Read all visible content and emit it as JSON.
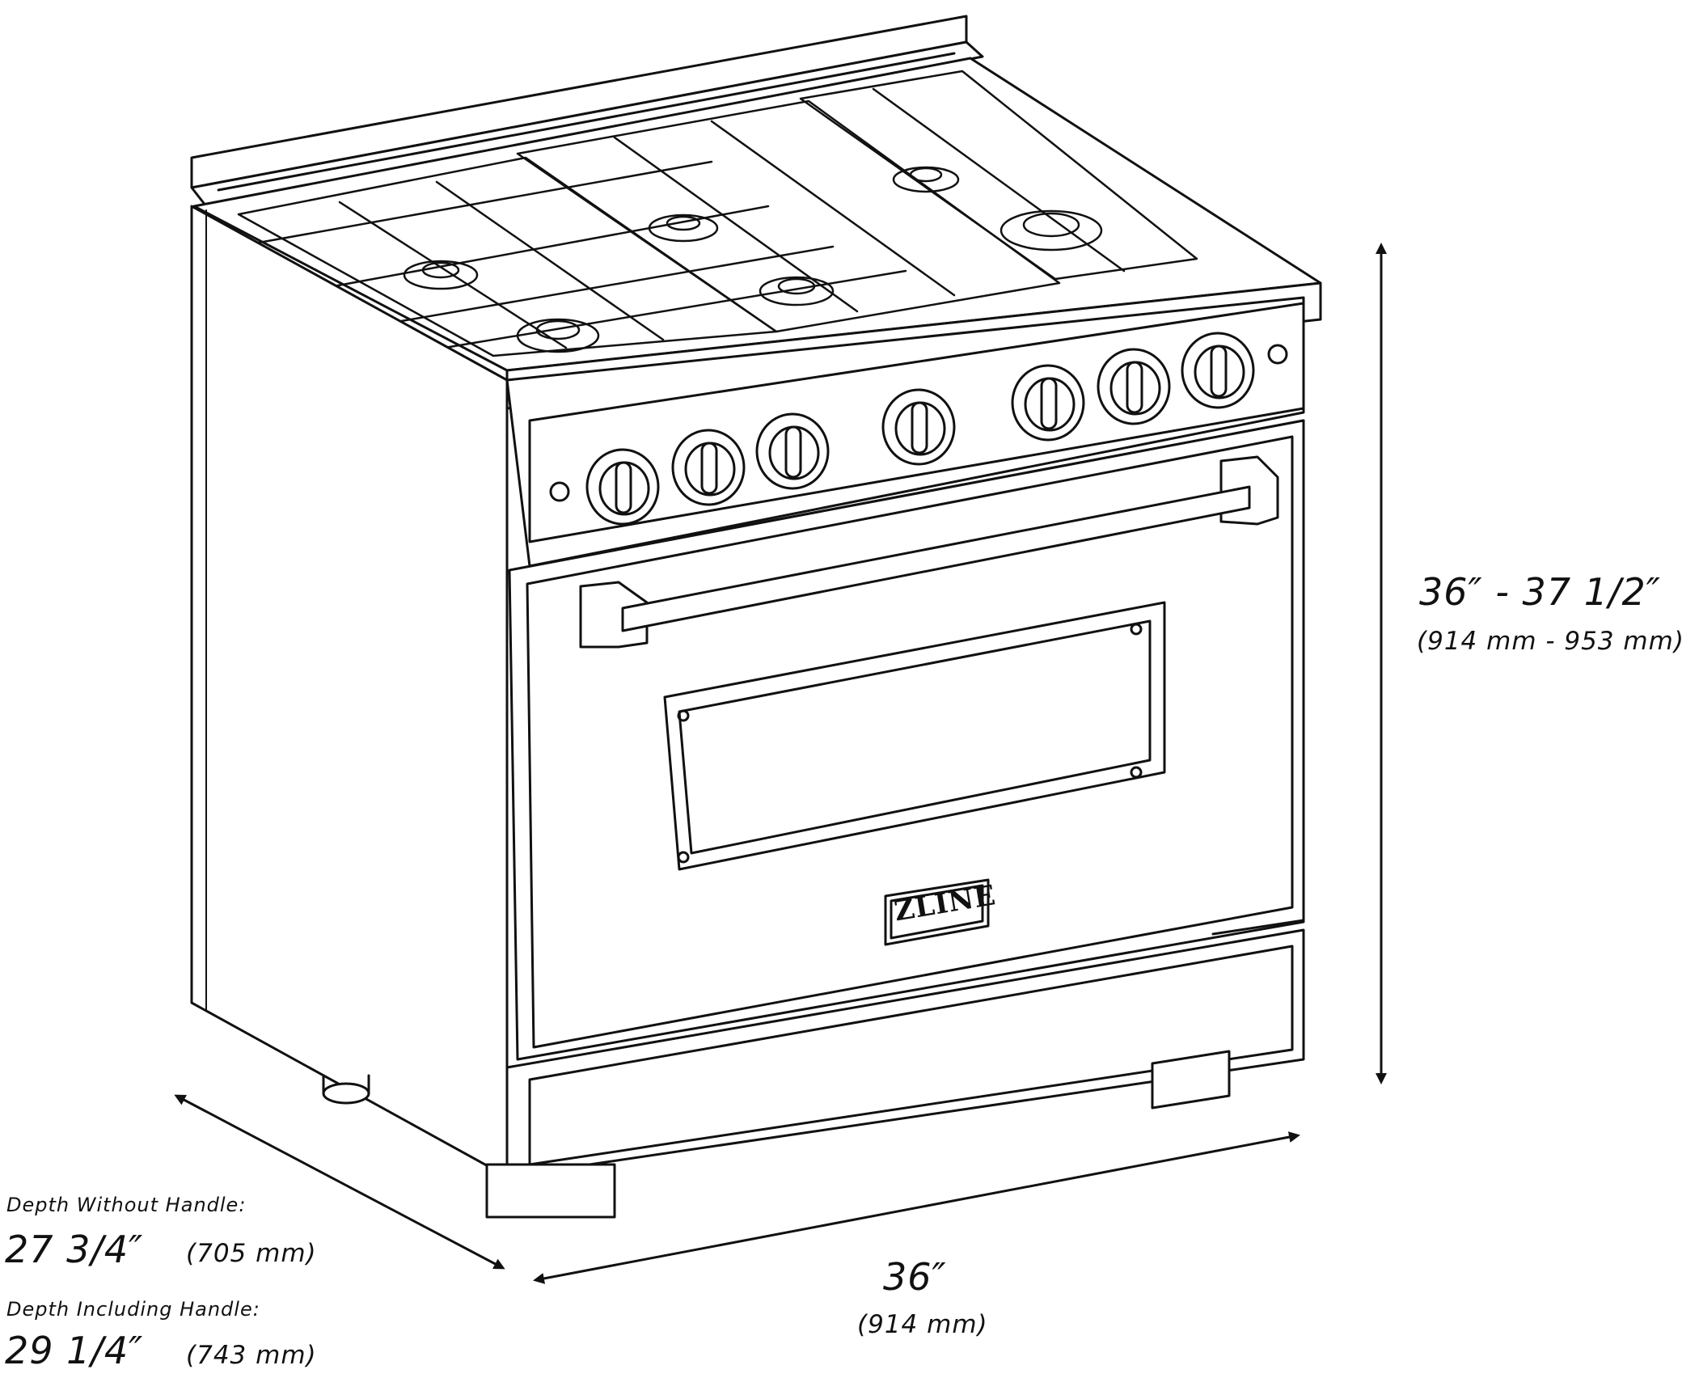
{
  "brand": {
    "label": "ZLINE"
  },
  "dimensions": {
    "height": {
      "imperial": "36″ - 37 1/2″",
      "metric": "(914 mm - 953 mm)"
    },
    "width": {
      "imperial": "36″",
      "metric": "(914 mm)"
    },
    "depth_without_handle": {
      "caption": "Depth Without Handle:",
      "imperial": "27 3/4″",
      "metric": "(705 mm)"
    },
    "depth_including_handle": {
      "caption": "Depth Including Handle:",
      "imperial": "29 1/4″",
      "metric": "(743 mm)"
    }
  }
}
